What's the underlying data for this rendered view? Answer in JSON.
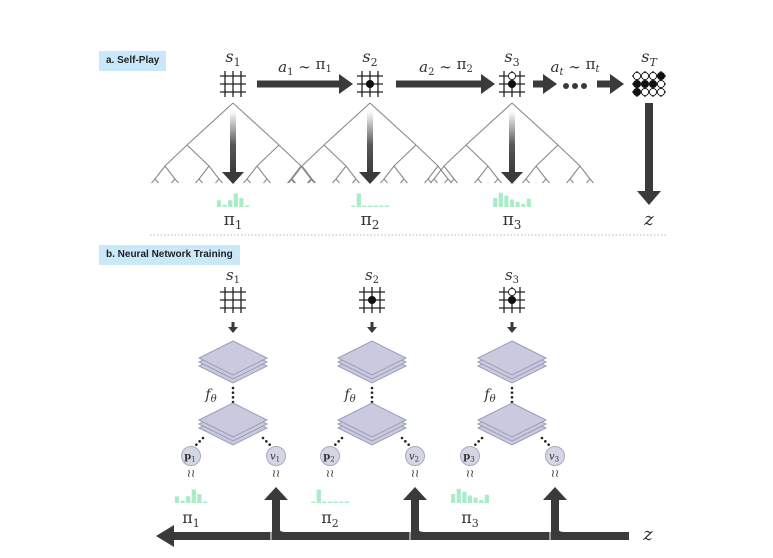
{
  "sections": {
    "self_play": {
      "label": "a. Self-Play"
    },
    "training": {
      "label": "b. Neural Network Training"
    }
  },
  "self_play": {
    "states": [
      {
        "name": "s",
        "sub": "1",
        "board": {
          "cols": 3,
          "rows": 3,
          "stones": []
        }
      },
      {
        "name": "s",
        "sub": "2",
        "board": {
          "cols": 3,
          "rows": 3,
          "stones": [
            {
              "c": 1,
              "r": 1,
              "color": "black"
            }
          ]
        }
      },
      {
        "name": "s",
        "sub": "3",
        "board": {
          "cols": 3,
          "rows": 3,
          "stones": [
            {
              "c": 1,
              "r": 0,
              "color": "white"
            },
            {
              "c": 1,
              "r": 1,
              "color": "black"
            }
          ]
        }
      }
    ],
    "terminal_state": {
      "name": "s",
      "sub": "T",
      "board": {
        "cols": 4,
        "rows": 3,
        "grid": [
          [
            "white",
            "white",
            "white",
            "black"
          ],
          [
            "black",
            "black",
            "black",
            "white"
          ],
          [
            "black",
            "white",
            "white",
            "white"
          ]
        ]
      }
    },
    "actions": [
      {
        "a": "a",
        "a_sub": "1",
        "pi": "π",
        "pi_sub": "1"
      },
      {
        "a": "a",
        "a_sub": "2",
        "pi": "π",
        "pi_sub": "2"
      },
      {
        "a": "a",
        "a_sub": "t",
        "pi": "π",
        "pi_sub": "t"
      }
    ],
    "tilde": "∼",
    "policies": [
      {
        "name": "π",
        "sub": "1",
        "bars": [
          0.45,
          0.15,
          0.45,
          0.9,
          0.6,
          0.05
        ]
      },
      {
        "name": "π",
        "sub": "2",
        "bars": [
          0.1,
          0.9,
          0.1,
          0.1,
          0.05,
          0.05,
          0.05
        ]
      },
      {
        "name": "π",
        "sub": "3",
        "bars": [
          0.6,
          0.95,
          0.75,
          0.5,
          0.35,
          0.2,
          0.55
        ]
      }
    ],
    "outcome": "z",
    "ellipsis": "•••"
  },
  "training": {
    "network_label": "f",
    "network_sub": "θ",
    "columns": [
      {
        "state": "s",
        "state_sub": "1",
        "p": "p",
        "p_sub": "1",
        "v": "v",
        "v_sub": "1",
        "pi": "π",
        "pi_sub": "1",
        "bars": [
          0.45,
          0.15,
          0.45,
          0.9,
          0.6,
          0.05
        ]
      },
      {
        "state": "s",
        "state_sub": "2",
        "p": "p",
        "p_sub": "2",
        "v": "v",
        "v_sub": "2",
        "pi": "π",
        "pi_sub": "2",
        "bars": [
          0.1,
          0.9,
          0.1,
          0.1,
          0.05,
          0.05,
          0.05
        ]
      },
      {
        "state": "s",
        "state_sub": "3",
        "p": "p",
        "p_sub": "3",
        "v": "v",
        "v_sub": "3",
        "pi": "π",
        "pi_sub": "3",
        "bars": [
          0.6,
          0.95,
          0.75,
          0.5,
          0.35,
          0.2,
          0.55
        ]
      }
    ],
    "approx": "≀≀",
    "outcome": "z"
  },
  "colors": {
    "arrow": "#3a3a3c",
    "policy_bar": "#a8ecc8",
    "layer_fill": "#c9cadd",
    "layer_stroke": "#9b9cb8",
    "node_fill": "#d5d6e4",
    "tree": "#8a8a8a",
    "label_bg": "#c9e9fb"
  }
}
